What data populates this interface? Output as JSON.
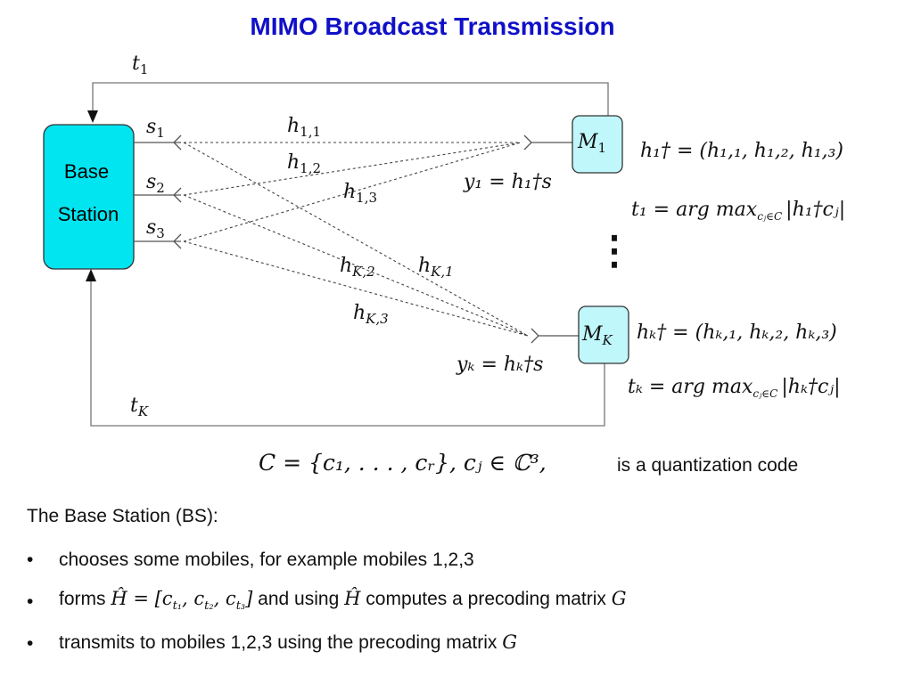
{
  "title": "MIMO Broadcast Transmission",
  "base_station": {
    "line1": "Base",
    "line2": "Station"
  },
  "feedback": {
    "top": "t",
    "top_sub": "1",
    "bottom": "t",
    "bottom_sub": "K"
  },
  "antennas": [
    {
      "sym": "s",
      "sub": "1"
    },
    {
      "sym": "s",
      "sub": "2"
    },
    {
      "sym": "s",
      "sub": "3"
    }
  ],
  "channels": [
    {
      "sym": "h",
      "sub": "1,1"
    },
    {
      "sym": "h",
      "sub": "1,2"
    },
    {
      "sym": "h",
      "sub": "1,3"
    },
    {
      "sym": "h",
      "sub": "K,2"
    },
    {
      "sym": "h",
      "sub": "K,1"
    },
    {
      "sym": "h",
      "sub": "K,3"
    }
  ],
  "mobiles": [
    {
      "sym": "M",
      "sub": "1"
    },
    {
      "sym": "M",
      "sub": "K"
    }
  ],
  "received": {
    "y1": "y₁ = h₁†s",
    "yK": "yₖ = hₖ†s"
  },
  "equations": {
    "h1": "h₁† = (h₁,₁, h₁,₂, h₁,₃)",
    "t1": "t₁ = arg max",
    "t1_sub": "cⱼ∈C",
    "t1_tail": "|h₁†cⱼ|",
    "hK": "hₖ† = (hₖ,₁, hₖ,₂, hₖ,₃)",
    "tK": "tₖ = arg max",
    "tK_sub": "cⱼ∈C",
    "tK_tail": "|hₖ†cⱼ|"
  },
  "dots": "⋮",
  "codebook": {
    "math": "C = {c₁, . . . , cᵣ}, cⱼ ∈ ℂ³,",
    "text": "is a quantization code"
  },
  "bs_heading": "The Base Station (BS):",
  "bullets": {
    "b1": "chooses some mobiles, for example mobiles 1,2,3",
    "b2_pre": "forms",
    "b2_math1": "Ĥ = [c",
    "b2_math1_subs": [
      "t₁",
      "t₂",
      "t₃"
    ],
    "b2_mid": "and using",
    "b2_math2": "Ĥ",
    "b2_post": "computes a precoding matrix",
    "b2_G": "G",
    "b3": "transmits to mobiles 1,2,3 using the precoding matrix",
    "b3_G": "G"
  },
  "colors": {
    "title": "#1010c8",
    "box_fill": "#00e5f0",
    "mobile_fill": "#bff7fb",
    "line": "#555555"
  }
}
